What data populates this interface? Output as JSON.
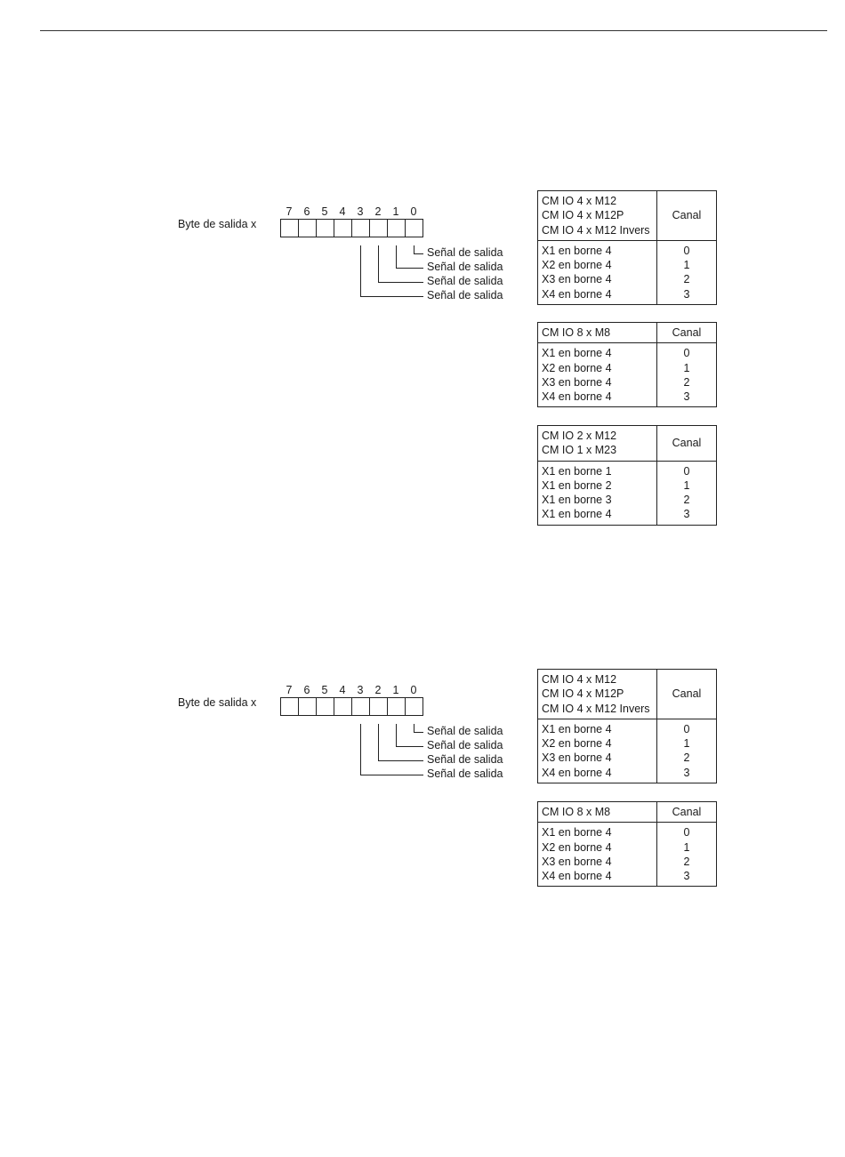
{
  "diagrams": [
    {
      "byte_label": "Byte de salida x",
      "bits": [
        "7",
        "6",
        "5",
        "4",
        "3",
        "2",
        "1",
        "0"
      ],
      "signals": [
        "Señal de salida",
        "Señal de salida",
        "Señal de salida",
        "Señal de salida"
      ],
      "tables": [
        {
          "modules": [
            "CM IO 4 x M12",
            "CM IO 4 x M12P",
            "CM IO 4 x M12 Invers"
          ],
          "channel_header": "Canal",
          "rows": [
            {
              "terminal": "X1 en borne 4",
              "channel": "0"
            },
            {
              "terminal": "X2 en borne 4",
              "channel": "1"
            },
            {
              "terminal": "X3 en borne 4",
              "channel": "2"
            },
            {
              "terminal": "X4 en borne 4",
              "channel": "3"
            }
          ]
        },
        {
          "modules": [
            "CM IO 8 x M8"
          ],
          "channel_header": "Canal",
          "rows": [
            {
              "terminal": "X1 en borne 4",
              "channel": "0"
            },
            {
              "terminal": "X2 en borne 4",
              "channel": "1"
            },
            {
              "terminal": "X3 en borne 4",
              "channel": "2"
            },
            {
              "terminal": "X4 en borne 4",
              "channel": "3"
            }
          ]
        },
        {
          "modules": [
            "CM IO 2 x M12",
            "CM IO 1 x M23"
          ],
          "channel_header": "Canal",
          "rows": [
            {
              "terminal": "X1 en borne 1",
              "channel": "0"
            },
            {
              "terminal": "X1 en borne 2",
              "channel": "1"
            },
            {
              "terminal": "X1 en borne 3",
              "channel": "2"
            },
            {
              "terminal": "X1 en borne 4",
              "channel": "3"
            }
          ]
        }
      ]
    },
    {
      "byte_label": "Byte de salida x",
      "bits": [
        "7",
        "6",
        "5",
        "4",
        "3",
        "2",
        "1",
        "0"
      ],
      "signals": [
        "Señal de salida",
        "Señal de salida",
        "Señal de salida",
        "Señal de salida"
      ],
      "tables": [
        {
          "modules": [
            "CM IO 4 x M12",
            "CM IO 4 x M12P",
            "CM IO 4 x M12 Invers"
          ],
          "channel_header": "Canal",
          "rows": [
            {
              "terminal": "X1 en borne 4",
              "channel": "0"
            },
            {
              "terminal": "X2 en borne 4",
              "channel": "1"
            },
            {
              "terminal": "X3 en borne 4",
              "channel": "2"
            },
            {
              "terminal": "X4 en borne 4",
              "channel": "3"
            }
          ]
        },
        {
          "modules": [
            "CM IO 8 x M8"
          ],
          "channel_header": "Canal",
          "rows": [
            {
              "terminal": "X1 en borne 4",
              "channel": "0"
            },
            {
              "terminal": "X2 en borne 4",
              "channel": "1"
            },
            {
              "terminal": "X3 en borne 4",
              "channel": "2"
            },
            {
              "terminal": "X4 en borne 4",
              "channel": "3"
            }
          ]
        }
      ]
    }
  ]
}
